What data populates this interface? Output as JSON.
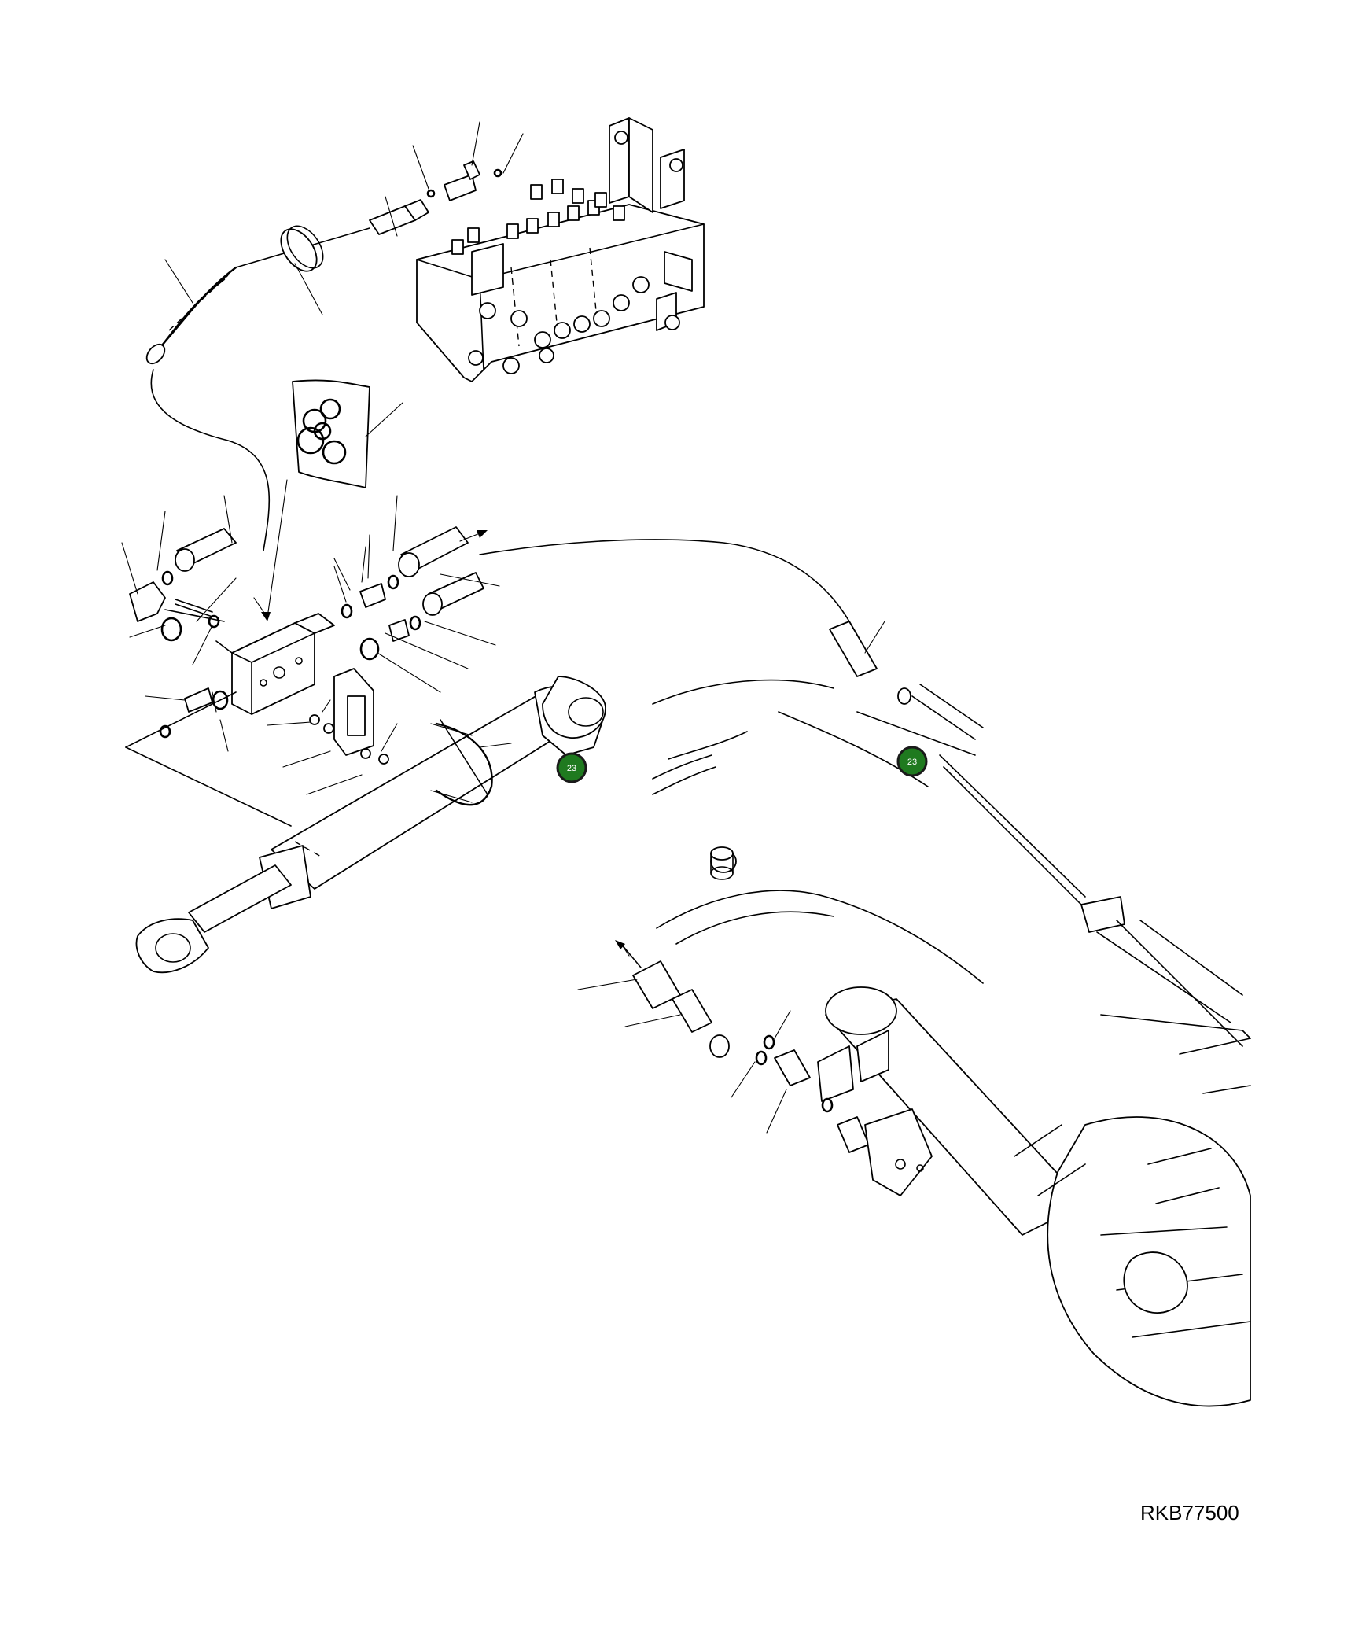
{
  "diagram": {
    "reference_code": "RKB77500",
    "callouts": [
      {
        "label": "23"
      },
      {
        "label": "23"
      }
    ],
    "colors": {
      "callout_fill": "#1f7a1f",
      "line": "#000000",
      "background": "#ffffff"
    }
  }
}
